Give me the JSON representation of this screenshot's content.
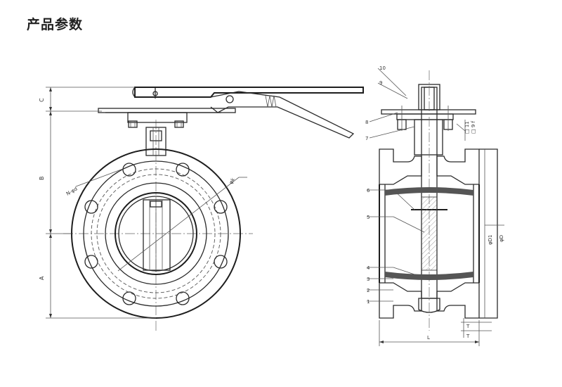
{
  "header": {
    "title": "产品参数"
  },
  "front_view": {
    "dimensions": {
      "c": "C",
      "b": "B",
      "a": "A",
      "bolt_holes": "N-φd",
      "pcd": "φk"
    }
  },
  "section_view": {
    "dimensions": {
      "d1": "φD1",
      "d": "φD",
      "length": "L",
      "t": "T",
      "square": "□ 11",
      "square2": "□ 9 f"
    },
    "parts": [
      "1",
      "2",
      "3",
      "4",
      "5",
      "6",
      "7",
      "8",
      "9",
      "10"
    ]
  }
}
